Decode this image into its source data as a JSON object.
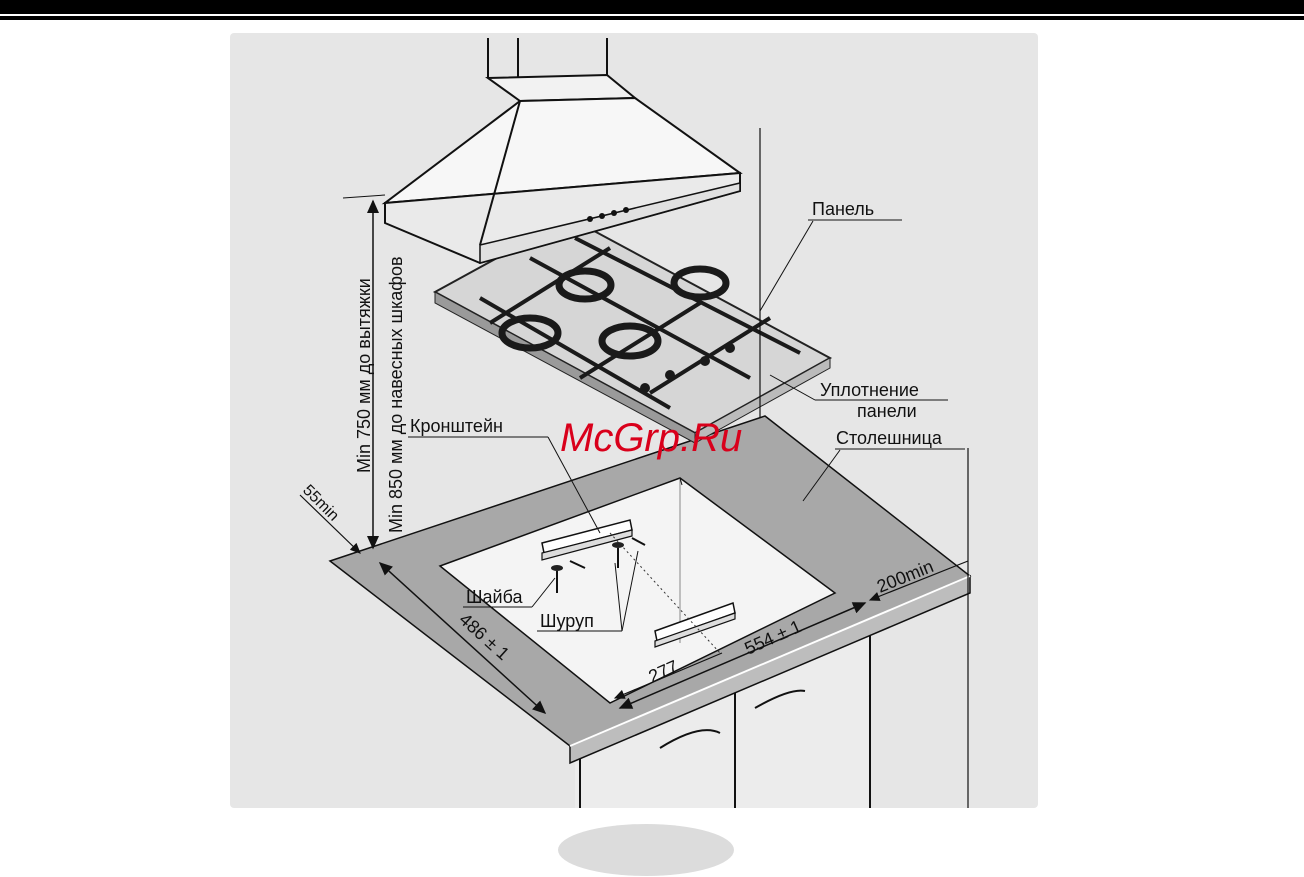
{
  "labels": {
    "panel": "Панель",
    "seal_line1": "Уплотнение",
    "seal_line2": "панели",
    "countertop": "Столешница",
    "bracket": "Кронштейн",
    "washer": "Шайба",
    "screw": "Шуруп",
    "vertical_hood": "Min 750 мм до вытяжки",
    "vertical_cabinets": "Min 850 мм до навесных шкафов",
    "dim_55": "55min",
    "dim_200": "200min",
    "dim_486": "486 ± 1",
    "dim_554": "554 ± 1",
    "dim_277": "277"
  },
  "watermark": "McGrp.Ru",
  "colors": {
    "background_panel": "#e6e6e6",
    "countertop": "#a8a8a8",
    "cutout": "#f4f4f4",
    "watermark": "#d9001b"
  }
}
